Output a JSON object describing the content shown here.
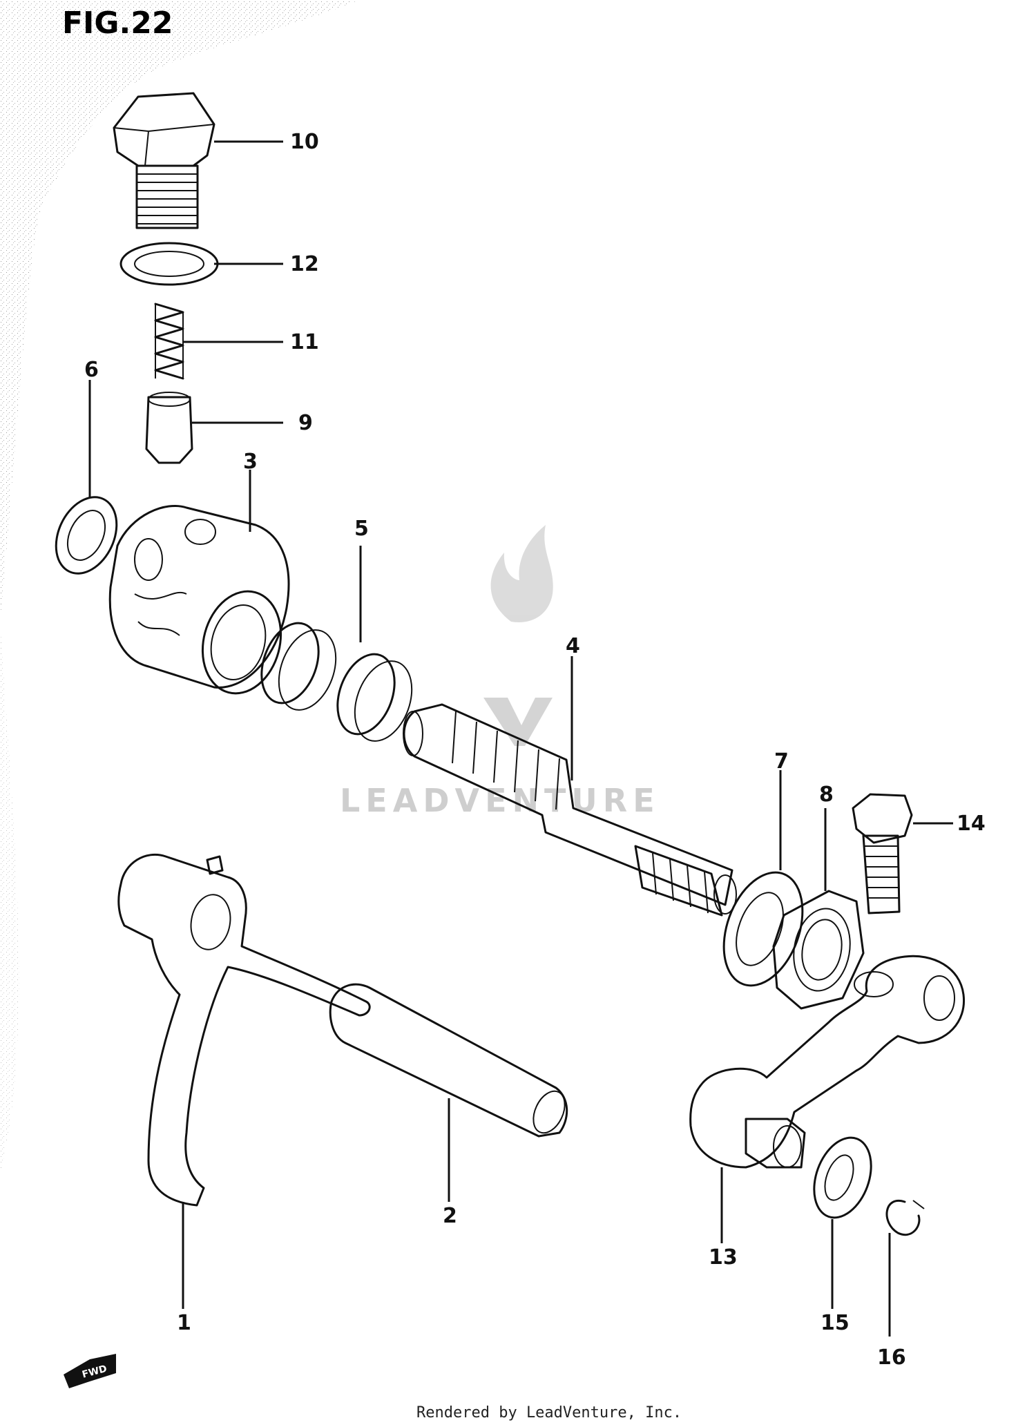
{
  "figure_title": "FIG.22",
  "watermark": "LEADVENTURE",
  "footer_text": "Rendered by LeadVenture, Inc.",
  "front_arrow_text": "FWD",
  "callouts": [
    {
      "id": "1",
      "text": "1"
    },
    {
      "id": "2",
      "text": "2"
    },
    {
      "id": "3",
      "text": "3"
    },
    {
      "id": "4",
      "text": "4"
    },
    {
      "id": "5",
      "text": "5"
    },
    {
      "id": "6",
      "text": "6"
    },
    {
      "id": "7",
      "text": "7"
    },
    {
      "id": "8",
      "text": "8"
    },
    {
      "id": "9",
      "text": "9"
    },
    {
      "id": "10",
      "text": "10"
    },
    {
      "id": "11",
      "text": "11"
    },
    {
      "id": "12",
      "text": "12"
    },
    {
      "id": "13",
      "text": "13"
    },
    {
      "id": "14",
      "text": "14"
    },
    {
      "id": "15",
      "text": "15"
    },
    {
      "id": "16",
      "text": "16"
    }
  ]
}
